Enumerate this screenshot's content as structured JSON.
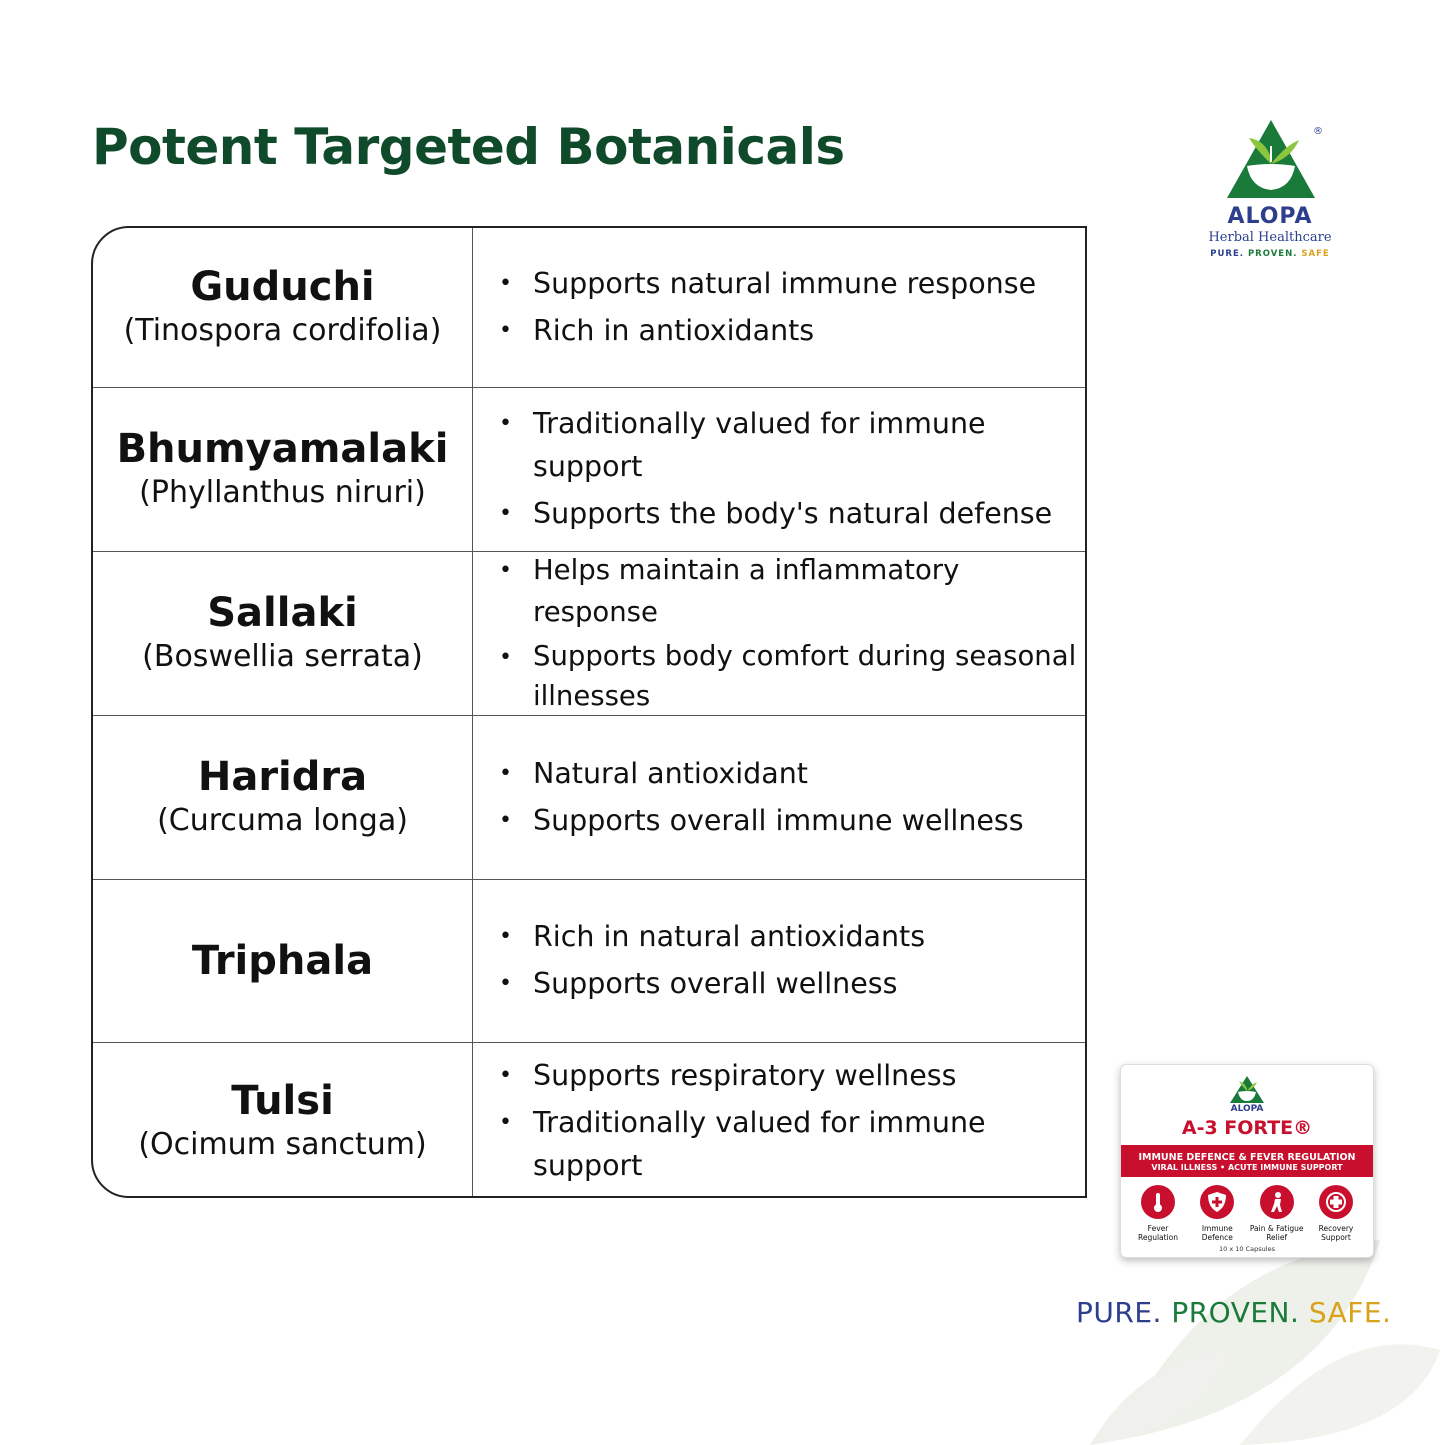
{
  "page_title": "Potent Targeted Botanicals",
  "logo": {
    "brand": "ALOPA",
    "subtitle": "Herbal Healthcare",
    "tagline_parts": [
      "PURE. ",
      "PROVEN. ",
      "SAFE"
    ],
    "registered": "®"
  },
  "botanicals": [
    {
      "name": "Guduchi",
      "latin": "(Tinospora cordifolia)",
      "benefits": [
        "Supports natural immune response",
        "Rich in antioxidants"
      ]
    },
    {
      "name": "Bhumyamalaki",
      "latin": "(Phyllanthus niruri)",
      "benefits": [
        "Traditionally valued for immune support",
        "Supports the body's natural defense"
      ]
    },
    {
      "name": "Sallaki",
      "latin": "(Boswellia serrata)",
      "benefits": [
        "Helps maintain a inflammatory response",
        "Supports body comfort during seasonal illnesses"
      ]
    },
    {
      "name": "Haridra",
      "latin": "(Curcuma longa)",
      "benefits": [
        "Natural antioxidant",
        "Supports overall immune wellness"
      ]
    },
    {
      "name": "Triphala",
      "latin": "",
      "benefits": [
        "Rich in natural antioxidants",
        "Supports overall wellness"
      ]
    },
    {
      "name": "Tulsi",
      "latin": "(Ocimum sanctum)",
      "benefits": [
        "Supports respiratory wellness",
        "Traditionally valued for immune support"
      ]
    }
  ],
  "product": {
    "brand": "ALOPA",
    "name": "A-3 FORTE®",
    "band_line1": "IMMUNE DEFENCE & FEVER REGULATION",
    "band_line2": "VIRAL ILLNESS • ACUTE IMMUNE SUPPORT",
    "features": [
      {
        "label": "Fever Regulation",
        "icon": "thermometer-icon"
      },
      {
        "label": "Immune Defence",
        "icon": "shield-icon"
      },
      {
        "label": "Pain & Fatigue Relief",
        "icon": "person-icon"
      },
      {
        "label": "Recovery Support",
        "icon": "medical-cross-icon"
      }
    ],
    "count": "10 x 10 Capsules"
  },
  "slogan": {
    "parts": [
      "PURE. ",
      "PROVEN. ",
      "SAFE."
    ]
  },
  "colors": {
    "title_green": "#0f4a2b",
    "brand_blue": "#2c3e8c",
    "brand_green": "#1a7a3a",
    "brand_gold": "#d9a21b",
    "product_red": "#c8102e"
  }
}
